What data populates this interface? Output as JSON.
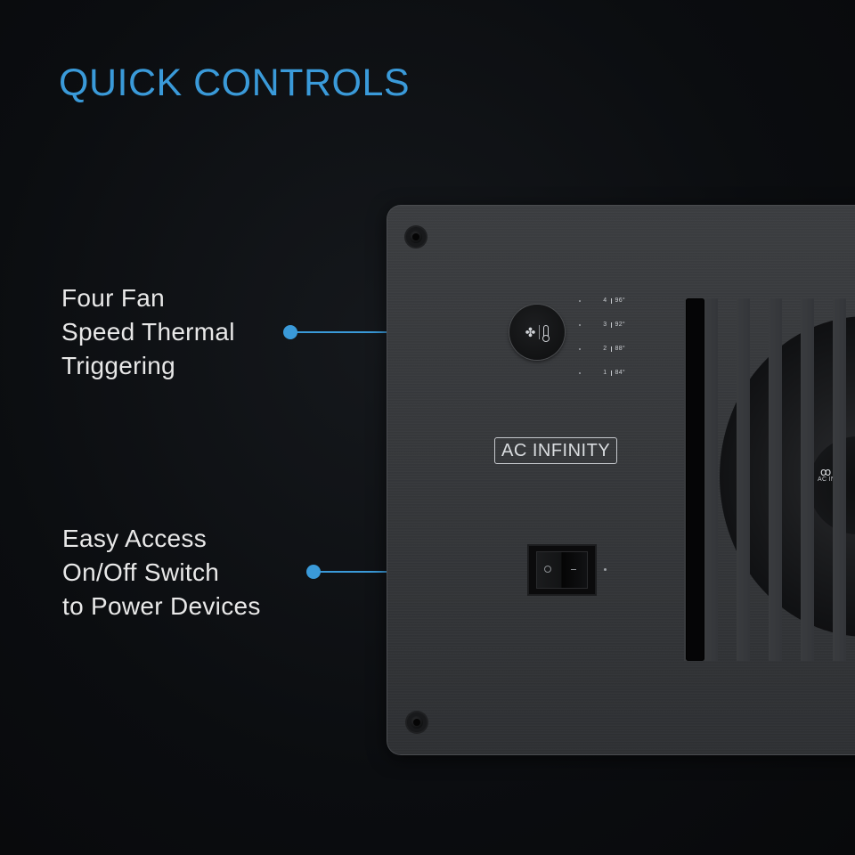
{
  "title": "QUICK CONTROLS",
  "colors": {
    "accent": "#3a9ad9",
    "background": "#0b0d10",
    "panel": "#35373a"
  },
  "callouts": [
    {
      "lines": [
        "Four Fan",
        "Speed Thermal",
        "Triggering"
      ]
    },
    {
      "lines": [
        "Easy Access",
        "On/Off Switch",
        "to Power Devices"
      ]
    }
  ],
  "device": {
    "brand": "AC INFINITY",
    "knob_icons": [
      "fan-icon",
      "thermometer-icon"
    ],
    "levels": [
      {
        "level": "4",
        "temp": "96°"
      },
      {
        "level": "3",
        "temp": "92°"
      },
      {
        "level": "2",
        "temp": "88°"
      },
      {
        "level": "1",
        "temp": "84°"
      }
    ],
    "switch_symbols": {
      "off": "O",
      "on": "I"
    },
    "fan_hub_label": "AC INFI"
  }
}
